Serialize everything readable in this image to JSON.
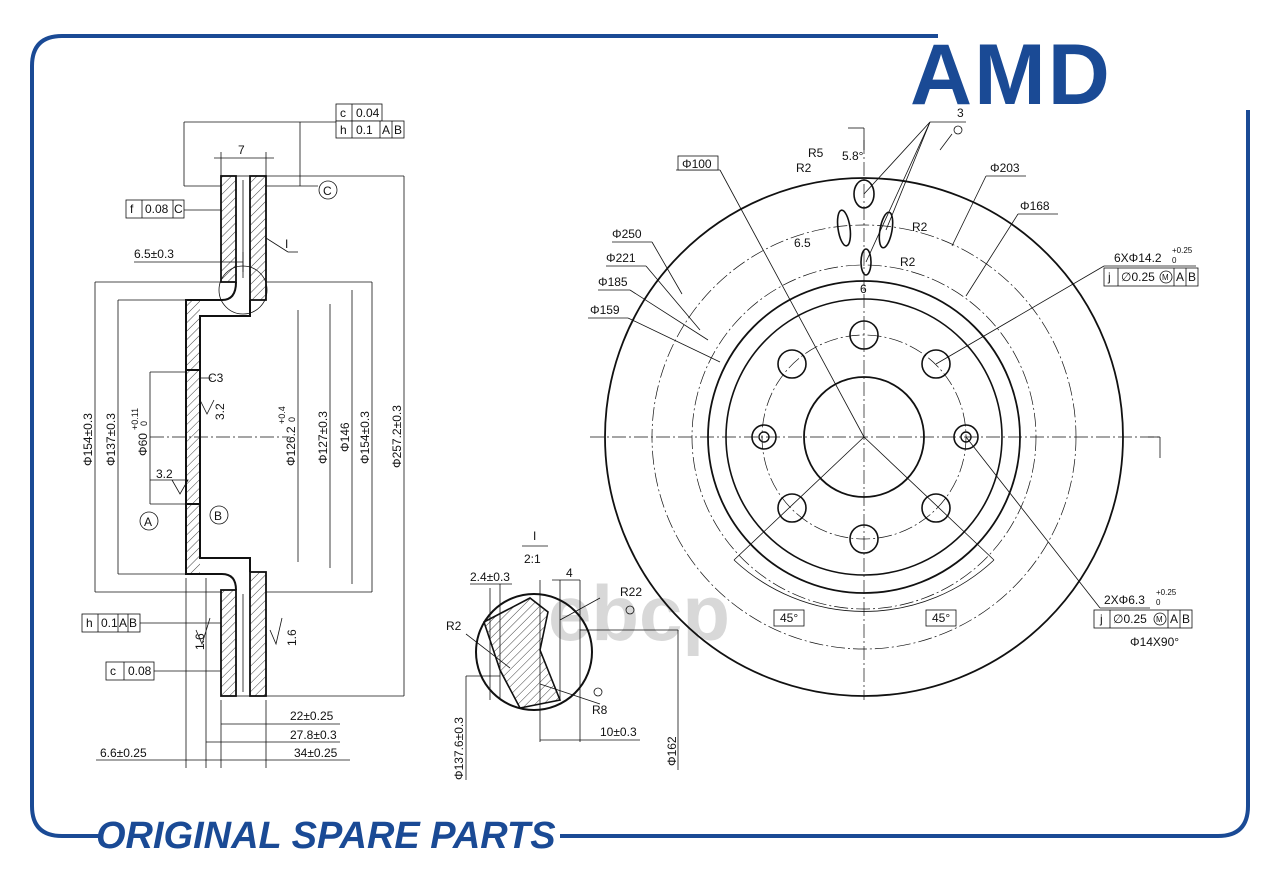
{
  "brand": {
    "logo": "AMD",
    "footer": "ORIGINAL SPARE PARTS",
    "watermark": "ebcp",
    "color": "#1a4a95"
  },
  "section_view": {
    "width_top": "7",
    "offset_1": "6.5±0.3",
    "detail_ref": "I",
    "chamfer": "C3",
    "datum_a": "A",
    "datum_b": "B",
    "datum_c": "C",
    "roughness_1": "3.2",
    "roughness_2": "3.2",
    "roughness_3": "1.6",
    "roughness_4": "1.6",
    "fcf_top": {
      "r1_sym": "c",
      "r1_val": "0.04",
      "r2_sym": "h",
      "r2_val": "0.1",
      "r2_ref1": "A",
      "r2_ref2": "B"
    },
    "fcf_flat": {
      "sym": "f",
      "val": "0.08",
      "ref": "C"
    },
    "fcf_h": {
      "sym": "h",
      "val": "0.1",
      "ref1": "A",
      "ref2": "B"
    },
    "fcf_c": {
      "sym": "c",
      "val": "0.08"
    },
    "dia_outer": "Φ257.2±0.3",
    "dia_154_left": "Φ154±0.3",
    "dia_137": "Φ137±0.3",
    "dia_60": "Φ60",
    "dia_60_tol": "+0.11",
    "dia_60_tol0": "0",
    "dia_126": "Φ126.2",
    "dia_126_tol": "+0.4",
    "dia_126_tol0": "0",
    "dia_127": "Φ127±0.3",
    "dia_146": "Φ146",
    "dia_154_right": "Φ154±0.3",
    "len_22": "22±0.25",
    "len_27": "27.8±0.3",
    "len_34": "34±0.25",
    "len_66": "6.6±0.25"
  },
  "detail_view": {
    "label": "I",
    "scale": "2:1",
    "d_24": "2.4±0.3",
    "d_4": "4",
    "r22": "R22",
    "r2": "R2",
    "r8": "R8",
    "d_10": "10±0.3",
    "dia_137_6": "Φ137.6±0.3",
    "dia_162": "Φ162"
  },
  "front_view": {
    "dia_100": "Φ100",
    "r5": "R5",
    "angle_58": "5.8°",
    "r2_a": "R2",
    "r2_b": "R2",
    "r2_c": "R2",
    "d_65": "6.5",
    "d_6": "6",
    "num_3": "3",
    "dia_203": "Φ203",
    "dia_168": "Φ168",
    "dia_250": "Φ250",
    "dia_221": "Φ221",
    "dia_185": "Φ185",
    "dia_159": "Φ159",
    "holes_6": "6XΦ14.2",
    "holes_6_tol": "+0.25",
    "holes_6_tol0": "0",
    "pos_j1": {
      "sym": "j",
      "val": "∅0.25",
      "mod": "M",
      "ref1": "A",
      "ref2": "B"
    },
    "holes_2": "2XΦ6.3",
    "holes_2_tol": "+0.25",
    "holes_2_tol0": "0",
    "pos_j2": {
      "sym": "j",
      "val": "∅0.25",
      "mod": "M",
      "ref1": "A",
      "ref2": "B"
    },
    "countersink": "Φ14X90°",
    "angle_left": "45°",
    "angle_right": "45°"
  }
}
